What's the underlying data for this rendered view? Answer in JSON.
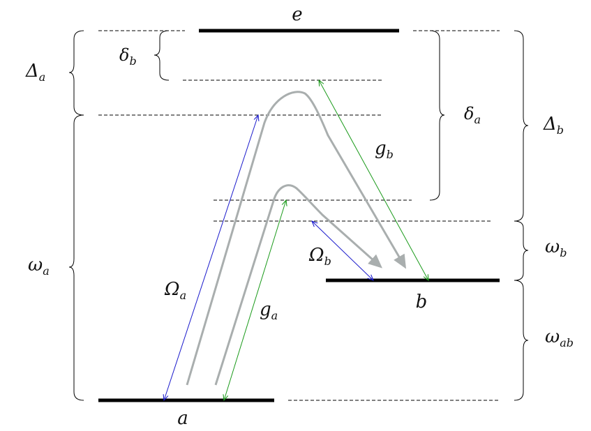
{
  "levels": {
    "e": "e",
    "a": "a",
    "b": "b"
  },
  "labels": {
    "delta_a_cap": {
      "main": "Δ",
      "sub": "a"
    },
    "delta_b_cap": {
      "main": "Δ",
      "sub": "b"
    },
    "delta_a": {
      "main": "δ",
      "sub": "a"
    },
    "delta_b": {
      "main": "δ",
      "sub": "b"
    },
    "omega_a": {
      "main": "ω",
      "sub": "a"
    },
    "omega_b": {
      "main": "ω",
      "sub": "b"
    },
    "omega_ab": {
      "main": "ω",
      "sub": "ab"
    },
    "rabi_a": {
      "main": "Ω",
      "sub": "a"
    },
    "rabi_b": {
      "main": "Ω",
      "sub": "b"
    },
    "g_a": {
      "main": "g",
      "sub": "a"
    },
    "g_b": {
      "main": "g",
      "sub": "b"
    }
  },
  "colors": {
    "level": "#000000",
    "dashed": "#000000",
    "pump": "#1a1acc",
    "cavity": "#1a9a1a",
    "transfer": "#a9aeae"
  }
}
